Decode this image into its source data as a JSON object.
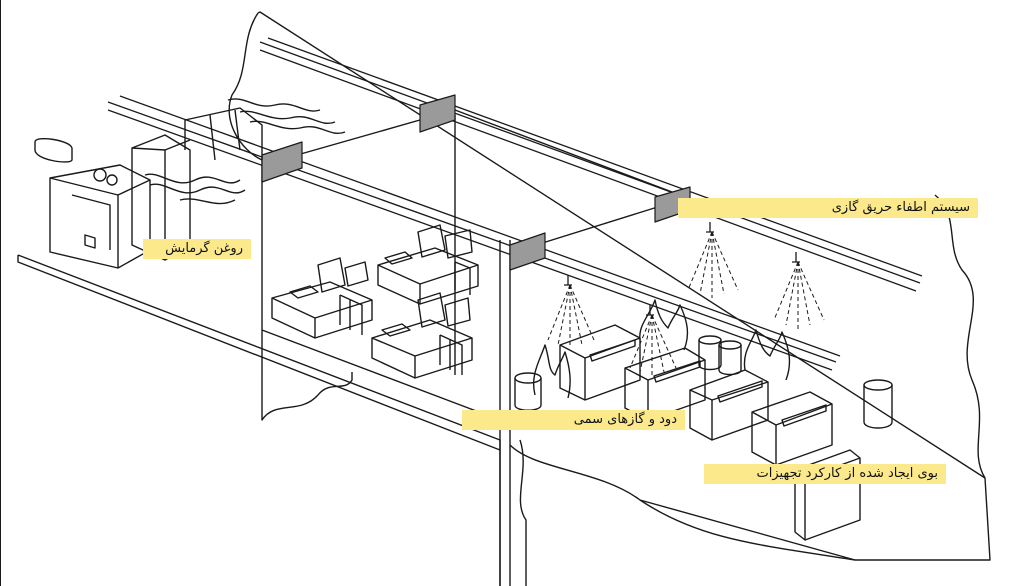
{
  "labels": {
    "heating_oil": "روغن گرمایش",
    "gas_fire_suppression": "سیستم اطفاء حریق گازی",
    "smoke_toxic_gases": "دود و گازهای سمی",
    "equipment_odor": "بوی ایجاد شده از کارکرد تجهیزات"
  },
  "colors": {
    "label_background": "#fbe98c",
    "line": "#1a1a1a",
    "duct": "#9a9a9a",
    "background": "#ffffff"
  }
}
